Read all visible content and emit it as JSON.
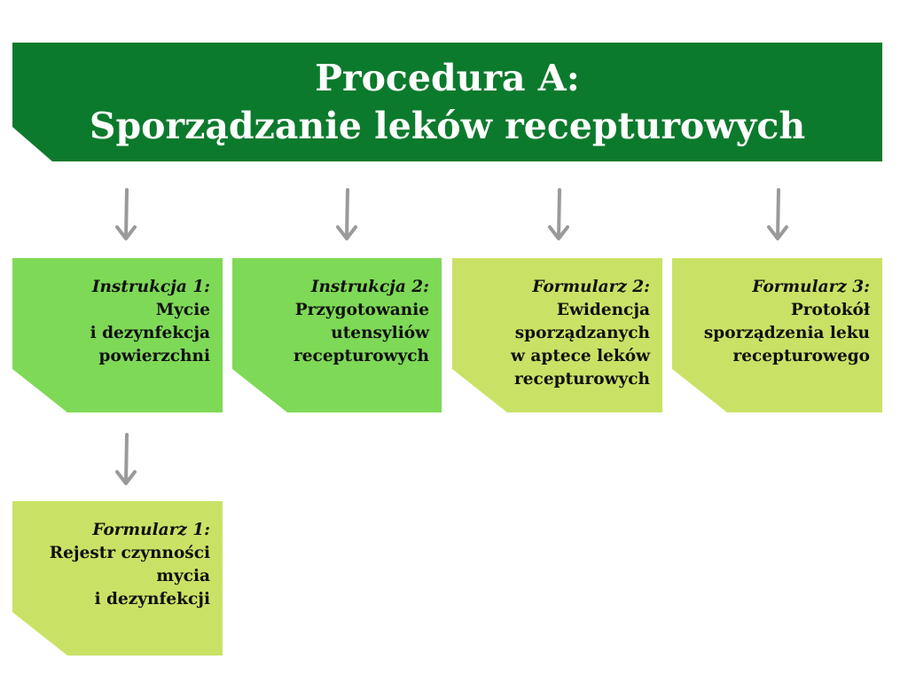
{
  "colors": {
    "banner": "#0c7a2c",
    "box_bright": "#7ed957",
    "box_pale": "#c9e265",
    "arrow": "#9a9a9a"
  },
  "header": {
    "line1": "Procedura A:",
    "line2": "Sporządzanie leków recepturowych"
  },
  "boxes": [
    {
      "label": "Instrukcja 1:",
      "body": "Mycie\ni dezynfekcja\npowierzchni"
    },
    {
      "label": "Instrukcja 2:",
      "body": "Przygotowanie\nutensyliów\nrecepturowych"
    },
    {
      "label": "Formularz 2:",
      "body": "Ewidencja\nsporządzanych\nw aptece leków\nrecepturowych"
    },
    {
      "label": "Formularz 3:",
      "body": "Protokół\nsporządzenia leku\nrecepturowego"
    },
    {
      "label": "Formularz 1:",
      "body": "Rejestr czynności\nmycia\ni dezynfekcji"
    }
  ]
}
